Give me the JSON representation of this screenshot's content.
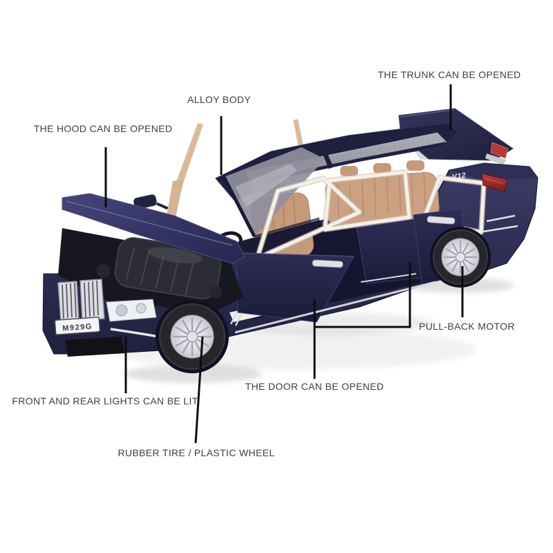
{
  "figure": {
    "type": "annotated product photo of a die-cast model limousine",
    "background": "#ffffff",
    "line_color": "#0d0d0d",
    "label_color": "#3e3e3e"
  },
  "car": {
    "badge": "V12",
    "license_plate": "M929G",
    "body_color": "#26264c",
    "seat_color": "#c49a78",
    "frame_color": "#f2ede2",
    "taillight_color": "#b62b2b"
  },
  "annotations": {
    "trunk": {
      "label": "THE TRUNK CAN BE OPENED"
    },
    "alloy_body": {
      "label": "ALLOY BODY"
    },
    "hood": {
      "label": "THE HOOD CAN BE OPENED"
    },
    "pull_back_motor": {
      "label": "PULL-BACK MOTOR"
    },
    "door": {
      "label": "THE DOOR CAN BE OPENED"
    },
    "lights": {
      "label": "FRONT AND REAR LIGHTS CAN BE LIT"
    },
    "tire": {
      "label": "RUBBER TIRE / PLASTIC WHEEL"
    }
  }
}
